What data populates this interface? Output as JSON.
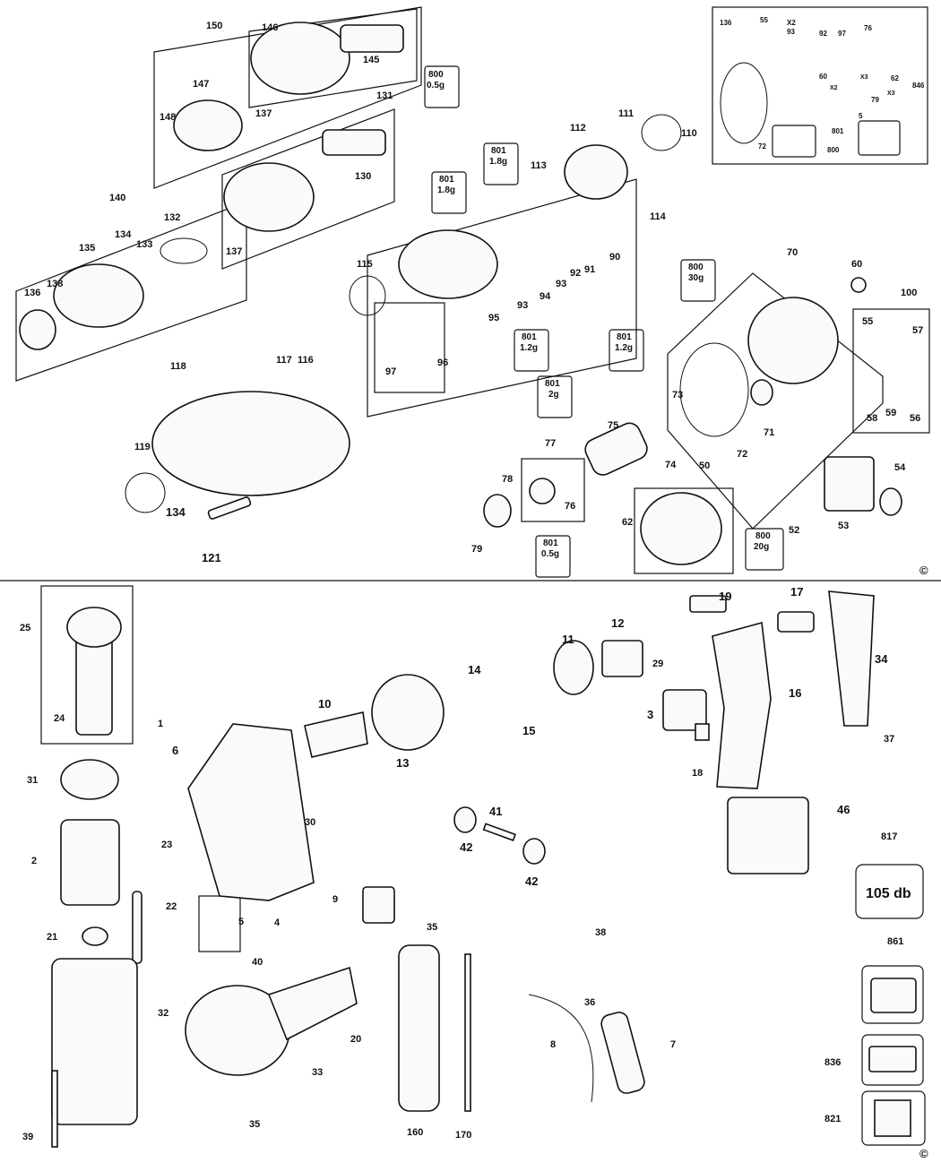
{
  "upper_section": {
    "labels": [
      "150",
      "146",
      "145",
      "147",
      "148",
      "137",
      "800",
      "0.5g",
      "131",
      "130",
      "111",
      "112",
      "110",
      "801",
      "1.8g",
      "801",
      "1.8g",
      "113",
      "114",
      "140",
      "134",
      "132",
      "133",
      "135",
      "138",
      "136",
      "137",
      "115",
      "91",
      "92",
      "93",
      "94",
      "90",
      "95",
      "93",
      "97",
      "96",
      "801",
      "1.2g",
      "801",
      "1.2g",
      "118",
      "117",
      "116",
      "119",
      "134",
      "121",
      "801",
      "2g",
      "73",
      "74",
      "75",
      "72",
      "71",
      "77",
      "78",
      "76",
      "79",
      "801",
      "0.5g",
      "50",
      "62",
      "800",
      "20g",
      "800",
      "30g",
      "70",
      "60",
      "100",
      "55",
      "57",
      "58",
      "59",
      "56",
      "52",
      "53",
      "54",
      "136",
      "55",
      "X2",
      "93",
      "92",
      "97",
      "76",
      "846",
      "60",
      "X2",
      "X3",
      "79",
      "62",
      "X3",
      "5",
      "72",
      "801",
      "800"
    ],
    "copyright": "©"
  },
  "lower_section": {
    "labels": [
      "25",
      "24",
      "1",
      "31",
      "2",
      "23",
      "22",
      "21",
      "32",
      "39",
      "6",
      "30",
      "10",
      "13",
      "14",
      "15",
      "11",
      "12",
      "19",
      "17",
      "34",
      "29",
      "3",
      "16",
      "18",
      "37",
      "46",
      "41",
      "42",
      "42",
      "817",
      "105 db",
      "9",
      "35",
      "4",
      "5",
      "40",
      "20",
      "33",
      "35",
      "160",
      "170",
      "38",
      "36",
      "8",
      "7",
      "861",
      "836",
      "821"
    ],
    "copyright": "©"
  }
}
